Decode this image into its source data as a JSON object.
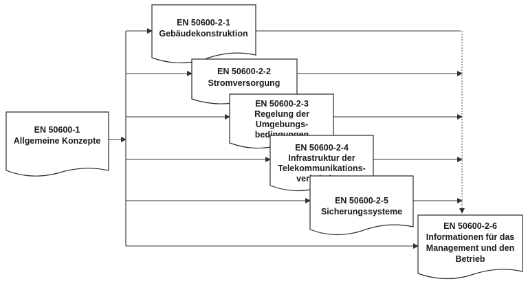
{
  "documents": {
    "part1": {
      "lines": [
        "EN 50600-1",
        "Allgemeine Konzepte"
      ]
    },
    "part2_1": {
      "lines": [
        "EN 50600-2-1",
        "Gebäudekonstruktion"
      ]
    },
    "part2_2": {
      "lines": [
        "EN 50600-2-2",
        "Stromversorgung"
      ]
    },
    "part2_3": {
      "lines": [
        "EN 50600-2-3",
        "Regelung der",
        "Umgebungs-",
        "bedingungen"
      ]
    },
    "part2_4": {
      "lines": [
        "EN 50600-2-4",
        "Infrastruktur der",
        "Telekommunikations-",
        "verkabelung"
      ]
    },
    "part2_5": {
      "lines": [
        "EN 50600-2-5",
        "Sicherungssysteme"
      ]
    },
    "part2_6": {
      "lines": [
        "EN 50600-2-6",
        "Informationen für das",
        "Management und den",
        "Betrieb"
      ]
    }
  }
}
